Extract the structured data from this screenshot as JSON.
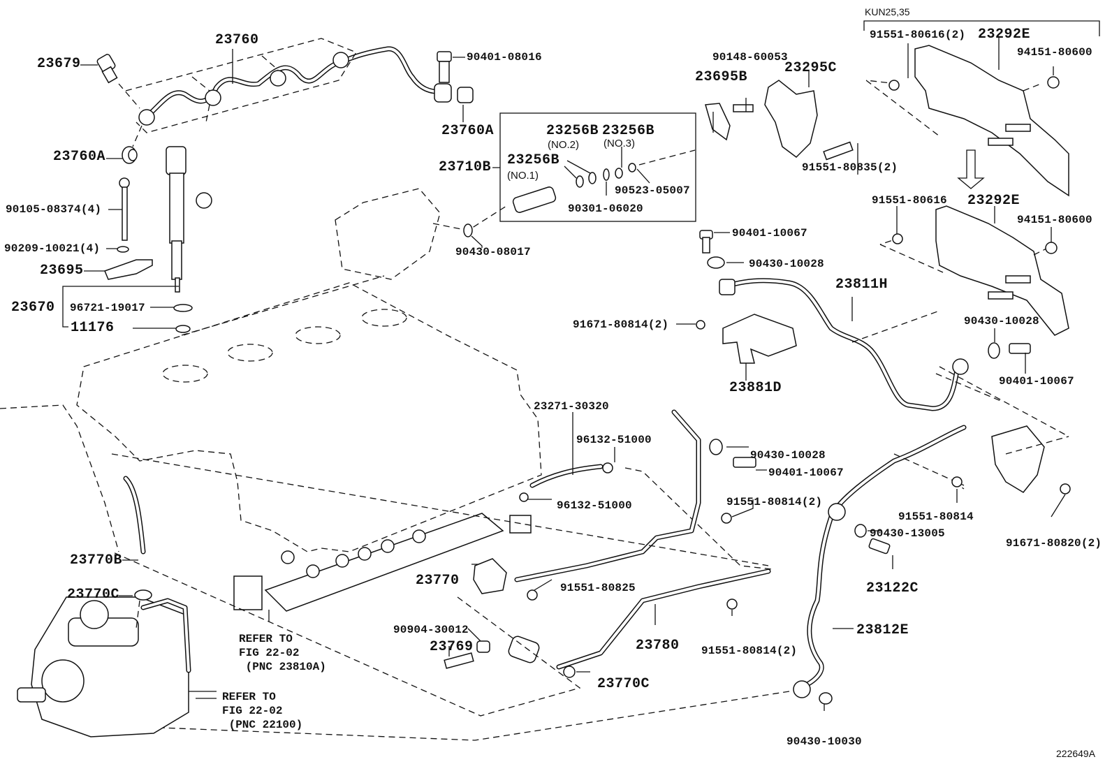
{
  "figure": {
    "title": "Fuel injection system parts diagram",
    "figure_id": "222649A",
    "variant_label": "KUN25,35"
  },
  "labels": {
    "p23679": "23679",
    "p23760": "23760",
    "p90401_08016": "90401-08016",
    "p23760A_top": "23760A",
    "p23760A_left": "23760A",
    "p90105": "90105-08374(4)",
    "p90209": "90209-10021(4)",
    "p23695": "23695",
    "p23670": "23670",
    "p96721": "96721-19017",
    "p11176": "11176",
    "p23710B": "23710B",
    "p23256B_1": "23256B",
    "p23256B_1_sub": "(NO.1)",
    "p23256B_2": "23256B",
    "p23256B_2_sub": "(NO.2)",
    "p23256B_3": "23256B",
    "p23256B_3_sub": "(NO.3)",
    "p90523": "90523-05007",
    "p90301": "90301-06020",
    "p90430_08017": "90430-08017",
    "p90148": "90148-60053",
    "p23695B": "23695B",
    "p23295C": "23295C",
    "p91551_80835": "91551-80835(2)",
    "p91551_80616_2": "91551-80616(2)",
    "p23292E_top": "23292E",
    "p94151_top": "94151-80600",
    "p91551_80616": "91551-80616",
    "p23292E_bot": "23292E",
    "p94151_bot": "94151-80600",
    "p90401_10067_a": "90401-10067",
    "p90430_10028_a": "90430-10028",
    "p23811H": "23811H",
    "p91671_80814": "91671-80814(2)",
    "p23881D": "23881D",
    "p90430_10028_b": "90430-10028",
    "p90401_10067_b": "90401-10067",
    "p23271": "23271-30320",
    "p96132_a": "96132-51000",
    "p96132_b": "96132-51000",
    "p90430_10028_c": "90430-10028",
    "p90401_10067_c": "90401-10067",
    "p91551_80814_2a": "91551-80814(2)",
    "p23770B": "23770B",
    "p23770C_left": "23770C",
    "p23770": "23770",
    "p91551_80825": "91551-80825",
    "p90904": "90904-30012",
    "p23769": "23769",
    "p23780": "23780",
    "p23770C_bot": "23770C",
    "p91551_80814_2b": "91551-80814(2)",
    "p91551_80814": "91551-80814",
    "p90430_13005": "90430-13005",
    "p23122C": "23122C",
    "p91671_80820": "91671-80820(2)",
    "p23812E": "23812E",
    "p90430_10030": "90430-10030"
  },
  "notes": {
    "refer_rail": "REFER TO\nFIG 22-02\n (PNC 23810A)",
    "refer_pump": "REFER TO\nFIG 22-02\n (PNC 22100)"
  }
}
